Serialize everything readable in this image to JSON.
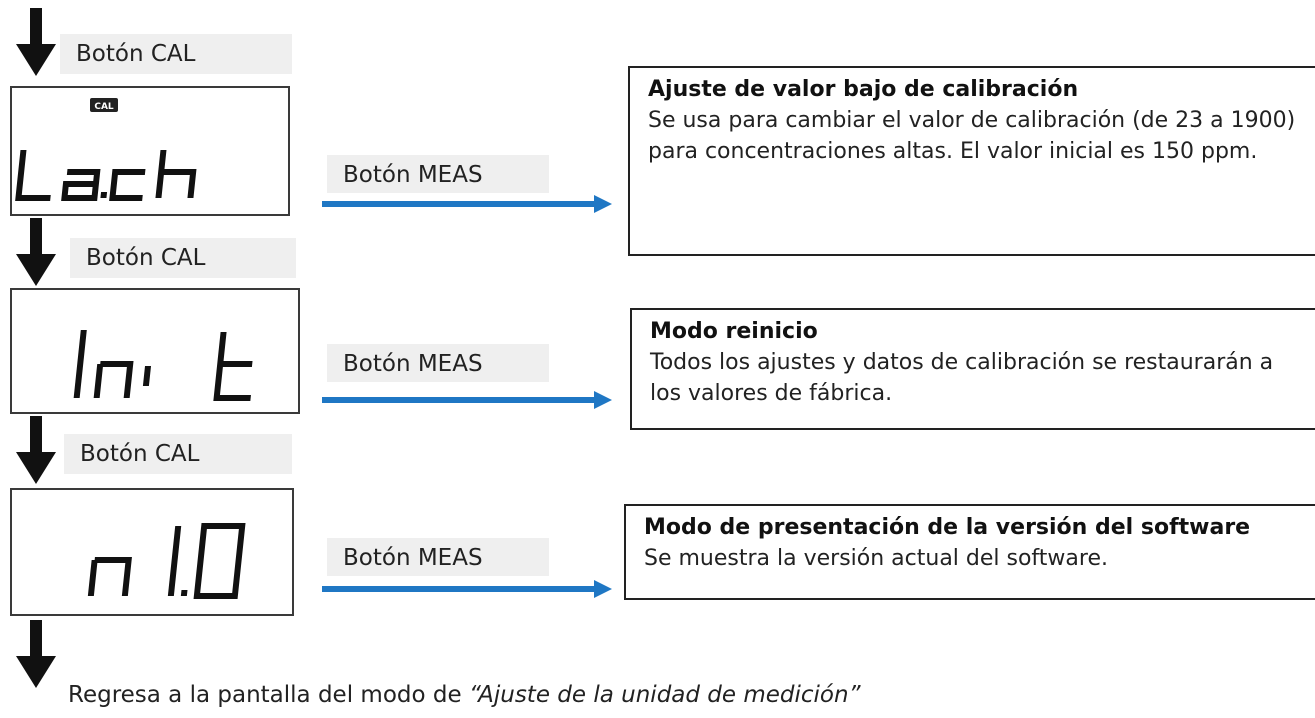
{
  "steps": [
    {
      "cal_label": "Botón CAL",
      "lcd_badge": "CAL",
      "lcd_text": "Lach",
      "meas_label": "Botón MEAS",
      "info_title": "Ajuste de valor bajo de calibración",
      "info_body": "Se usa para cambiar el valor de calibración (de 23 a 1900) para concentraciones altas. El valor inicial es 150 ppm."
    },
    {
      "cal_label": "Botón CAL",
      "lcd_text": "Init",
      "meas_label": "Botón MEAS",
      "info_title": "Modo reinicio",
      "info_body": "Todos los ajustes y datos de calibración se restaurarán a los valores de fábrica."
    },
    {
      "cal_label": "Botón CAL",
      "lcd_text": "n 1.0",
      "meas_label": "Botón MEAS",
      "info_title": "Modo de presentación de la versión del software",
      "info_body": "Se muestra la versión actual del software."
    }
  ],
  "footer": {
    "prefix": "Regresa a la pantalla del modo de ",
    "emphasis": "“Ajuste de la unidad de medición”"
  },
  "colors": {
    "arrow_blue": "#1f77c4",
    "arrow_black": "#111111",
    "label_bg": "#efefef"
  }
}
